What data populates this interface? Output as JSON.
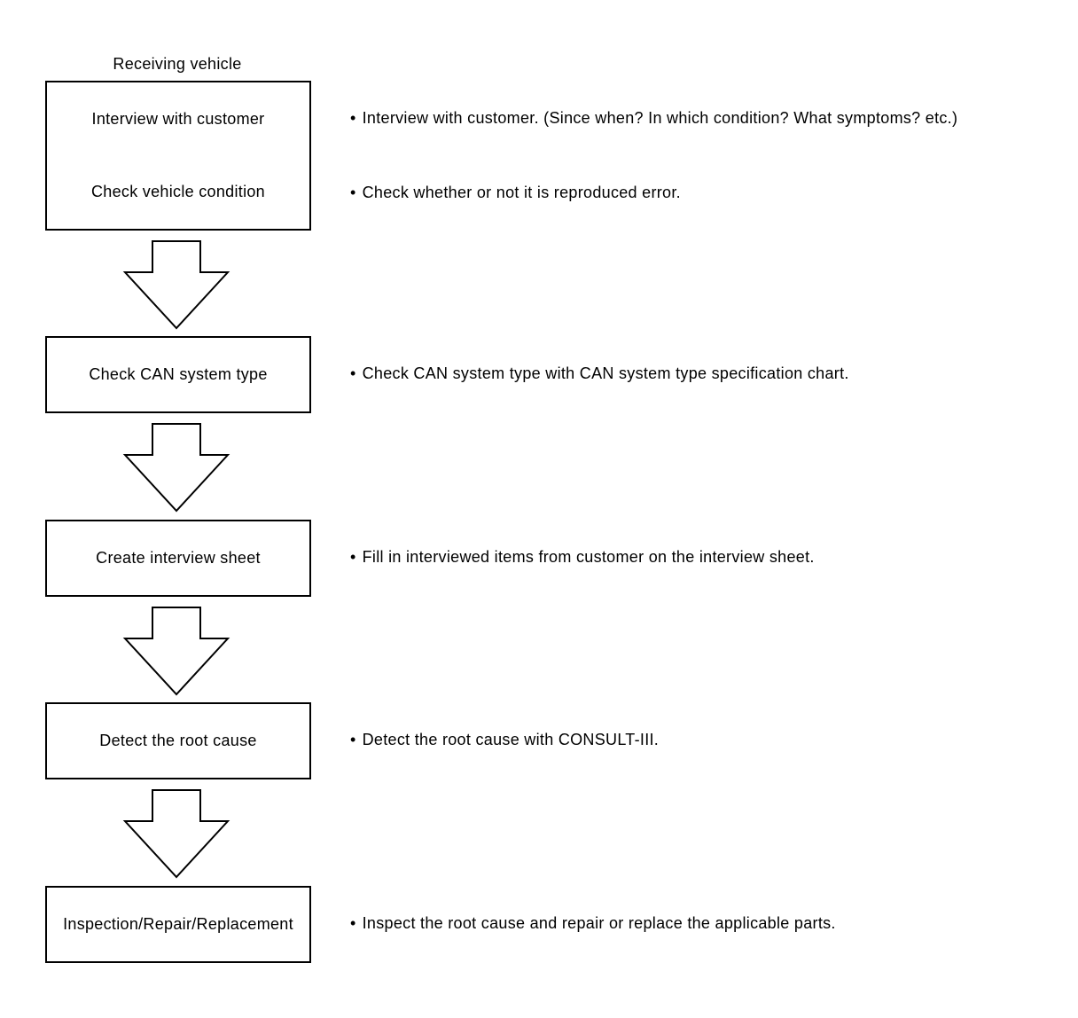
{
  "start_label": "Receiving vehicle",
  "bullet": "•",
  "steps": [
    {
      "label": "Interview with customer",
      "note": "Interview with customer. (Since when? In which condition? What symptoms? etc.)"
    },
    {
      "label": "Check vehicle condition",
      "note": "Check whether or not it is reproduced error."
    },
    {
      "label": "Check CAN system type",
      "note": "Check CAN system type with CAN system type specification chart."
    },
    {
      "label": "Create interview sheet",
      "note": "Fill in interviewed items from customer on the interview sheet."
    },
    {
      "label": "Detect the root cause",
      "note": "Detect the root cause with CONSULT-III."
    },
    {
      "label": "Inspection/Repair/Replacement",
      "note": "Inspect the root cause and repair or replace the applicable parts."
    }
  ]
}
